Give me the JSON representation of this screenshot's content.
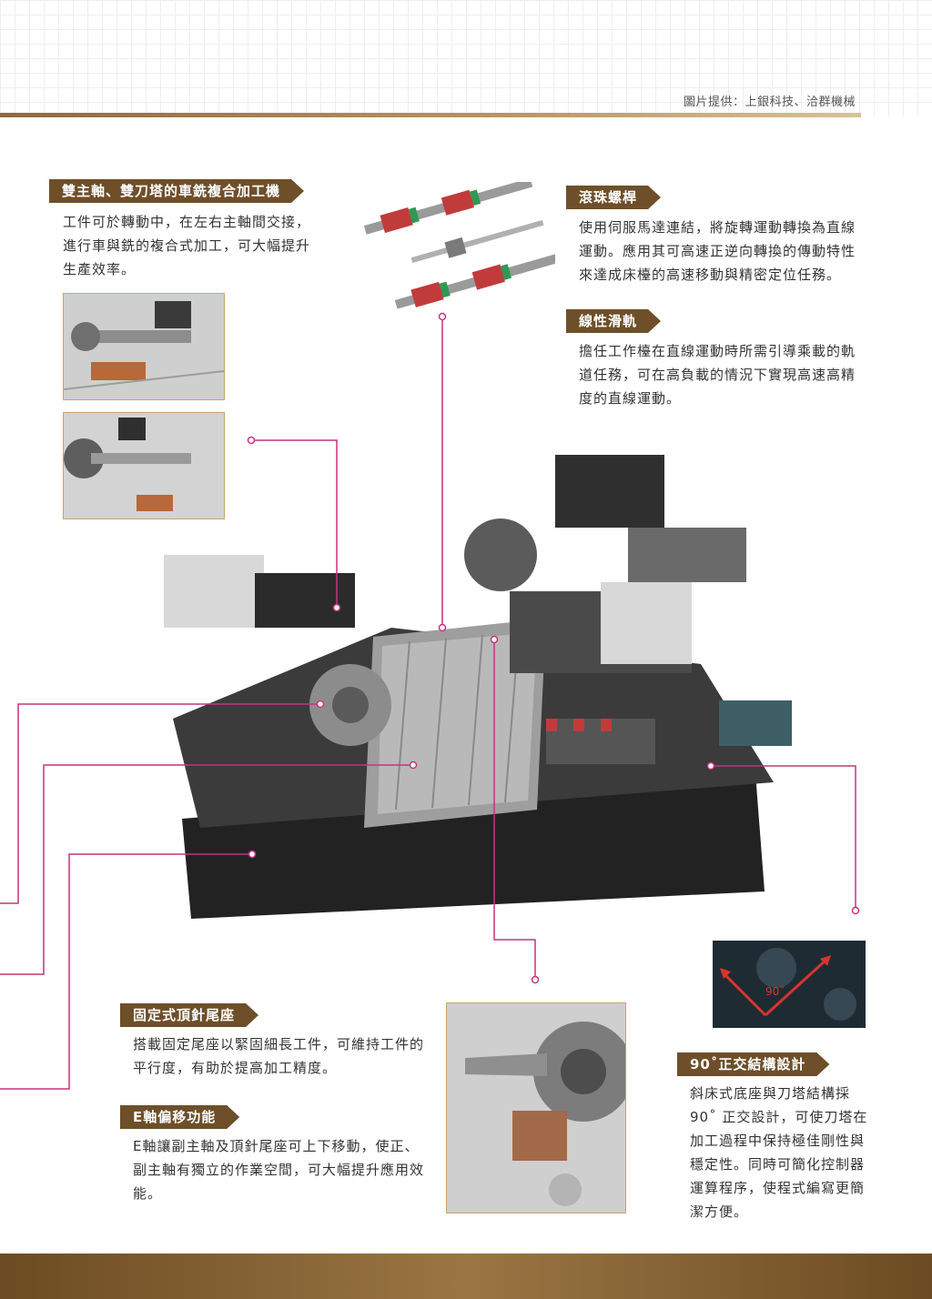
{
  "credit": "圖片提供：上銀科技、洽群機械",
  "sections": {
    "twin_spindle": {
      "title": "雙主軸、雙刀塔的車銑複合加工機",
      "lines": [
        "工件可於轉動中，在左右主軸間交接，",
        "進行車與銑的複合式加工，可大幅提升",
        "生產效率。"
      ]
    },
    "ball_screw": {
      "title": "滾珠螺桿",
      "lines": [
        "使用伺服馬達連結，將旋轉運動轉換為直線",
        "運動。應用其可高速正逆向轉換的傳動特性",
        "來達成床檯的高速移動與精密定位任務。"
      ]
    },
    "linear_guide": {
      "title": "線性滑軌",
      "lines": [
        "擔任工作檯在直線運動時所需引導乘載的軌",
        "道任務，可在高負載的情況下實現高速高精",
        "度的直線運動。"
      ]
    },
    "tailstock": {
      "title": "固定式頂針尾座",
      "lines": [
        "搭載固定尾座以緊固細長工件，可維持工件的",
        "平行度，有助於提高加工精度。"
      ]
    },
    "e_axis": {
      "title": "E軸偏移功能",
      "lines": [
        "E軸讓副主軸及頂針尾座可上下移動，使正、",
        "副主軸有獨立的作業空間，可大幅提升應用效",
        "能。"
      ]
    },
    "orthogonal": {
      "title": "90˚正交結構設計",
      "lines": [
        "斜床式底座與刀塔結構採",
        "90˚ 正交設計，可使刀塔在",
        "加工過程中保持極佳剛性與",
        "穩定性。同時可簡化控制器",
        "運算程序，使程式編寫更簡",
        "潔方便。"
      ],
      "diagram_label": "90˚"
    }
  },
  "colors": {
    "accent_brown": "#6e4f2a",
    "leader_magenta": "#c8327f",
    "gold_rule": "#b99762"
  }
}
